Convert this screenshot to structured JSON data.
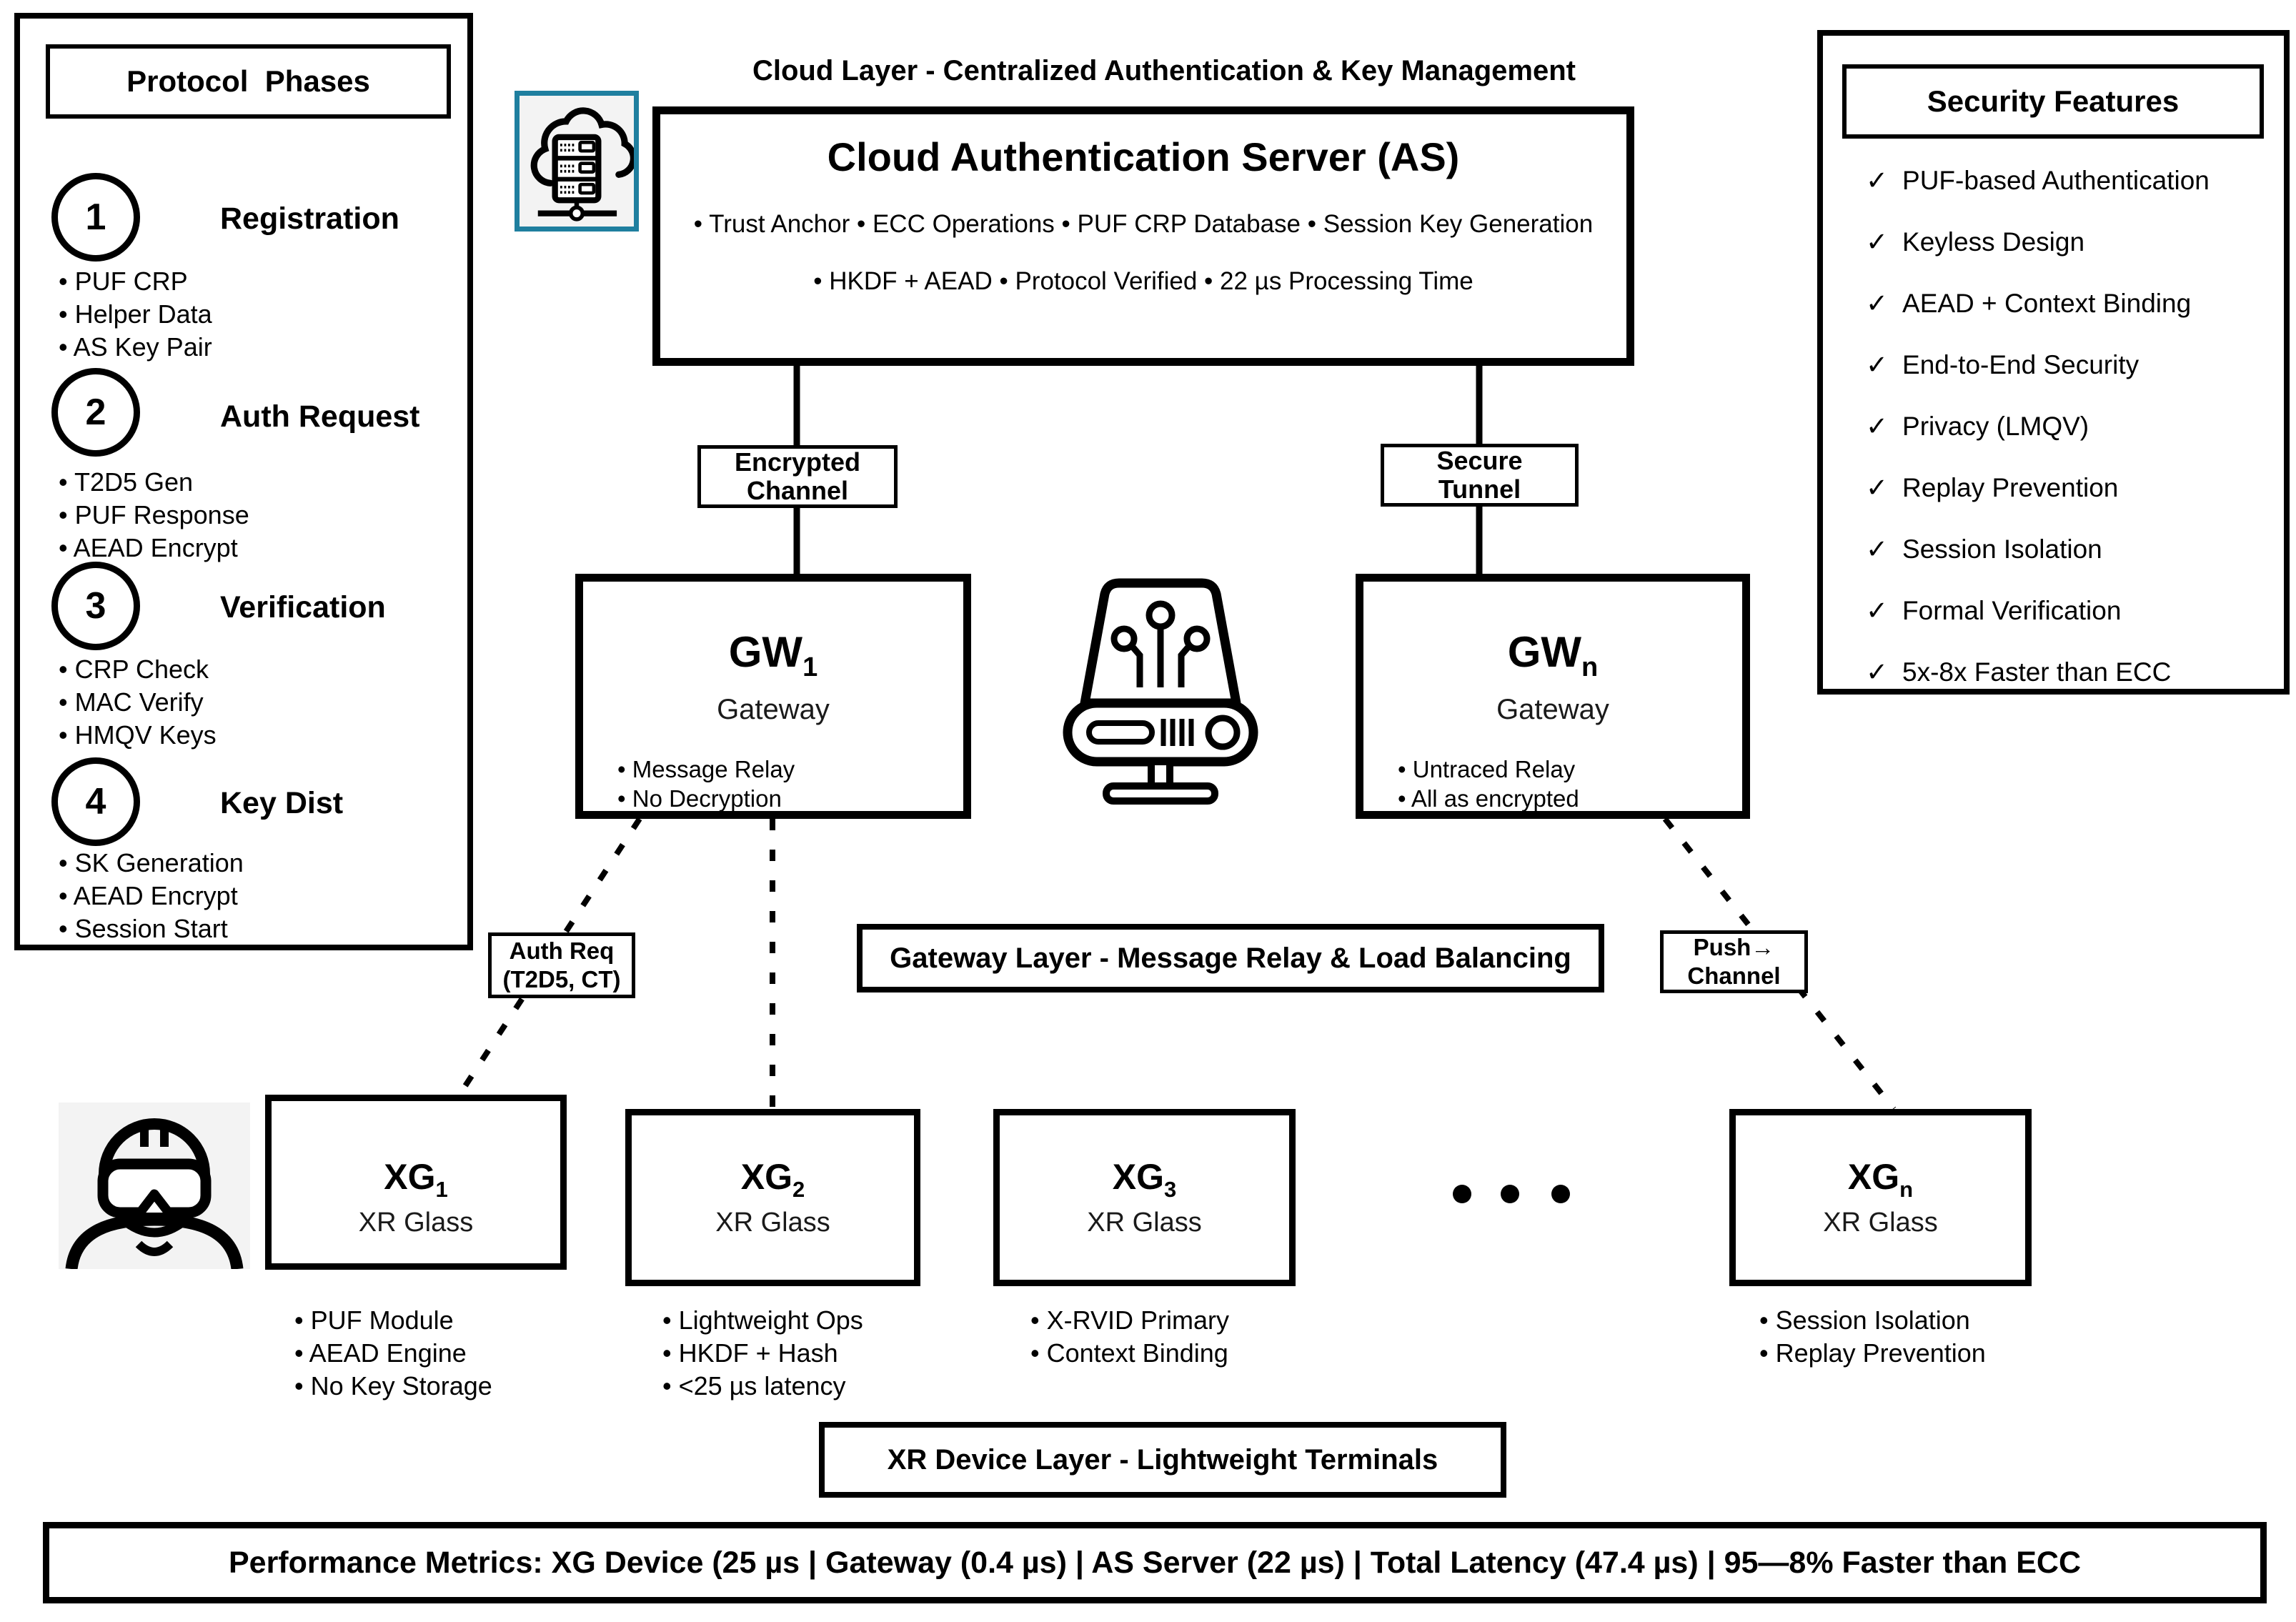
{
  "colors": {
    "teal_border": "#1f7f9f",
    "line_black": "#000000",
    "icon_bg": "#f3f3f3"
  },
  "protocol_phases": {
    "title": "Protocol  Phases",
    "phases": [
      {
        "number": "1",
        "title": "Registration",
        "items": [
          "PUF CRP",
          "Helper Data",
          "AS Key Pair"
        ]
      },
      {
        "number": "2",
        "title": "Auth Request",
        "items": [
          "T2D5 Gen",
          "PUF Response",
          "AEAD Encrypt"
        ]
      },
      {
        "number": "3",
        "title": "Verification",
        "items": [
          "CRP Check",
          "MAC Verify",
          "HMQV Keys"
        ]
      },
      {
        "number": "4",
        "title": "Key Dist",
        "items": [
          "SK Generation",
          "AEAD Encrypt",
          "Session Start"
        ]
      }
    ]
  },
  "cloud_layer": {
    "heading": "Cloud Layer - Centralized Authentication & Key Management",
    "server_title": "Cloud Authentication Server (AS)",
    "server_line1": "• Trust Anchor • ECC Operations • PUF CRP Database • Session Key Generation",
    "server_line2": "• HKDF + AEAD • Protocol Verified • 22 µs Processing Time"
  },
  "connector_labels": {
    "encrypted_channel": {
      "line1": "Encrypted",
      "line2": "Channel"
    },
    "secure_tunnel": {
      "line1": "Secure",
      "line2": "Tunnel"
    },
    "auth_req": {
      "line1": "Auth Req",
      "line2": "(T2D5, CT)"
    },
    "push_channel": {
      "line1": "Push→",
      "line2": "Channel"
    }
  },
  "gateway_layer": {
    "heading": "Gateway Layer - Message Relay & Load Balancing",
    "gateways": [
      {
        "name": "GW",
        "sub": "1",
        "role": "Gateway",
        "items": [
          "Message Relay",
          "No Decryption"
        ]
      },
      {
        "name": "GW",
        "sub": "n",
        "role": "Gateway",
        "items": [
          "Untraced Relay",
          "All as encrypted"
        ]
      }
    ]
  },
  "xr_layer": {
    "heading": "XR Device Layer - Lightweight Terminals",
    "devices": [
      {
        "name": "XG",
        "sub": "1",
        "role": "XR Glass",
        "items": [
          "PUF Module",
          "AEAD Engine",
          "No Key Storage"
        ]
      },
      {
        "name": "XG",
        "sub": "2",
        "role": "XR Glass",
        "items": [
          "Lightweight Ops",
          "HKDF + Hash",
          "<25 µs latency"
        ]
      },
      {
        "name": "XG",
        "sub": "3",
        "role": "XR Glass",
        "items": [
          "X-RVID Primary",
          "Context Binding"
        ]
      },
      {
        "name": "XG",
        "sub": "n",
        "role": "XR Glass",
        "items": [
          "Session Isolation",
          "Replay Prevention"
        ]
      }
    ]
  },
  "security_features": {
    "title": "Security Features",
    "check": "✓",
    "items": [
      "PUF-based Authentication",
      "Keyless Design",
      "AEAD + Context Binding",
      "End-to-End Security",
      "Privacy (LMQV)",
      "Replay Prevention",
      "Session Isolation",
      "Formal Verification",
      "5x-8x Faster than ECC"
    ]
  },
  "performance": {
    "text": "Performance Metrics: XG Device (25 µs | Gateway (0.4 µs) | AS Server (22 µs) | Total Latency (47.4 µs) | 95—8% Faster than ECC"
  }
}
